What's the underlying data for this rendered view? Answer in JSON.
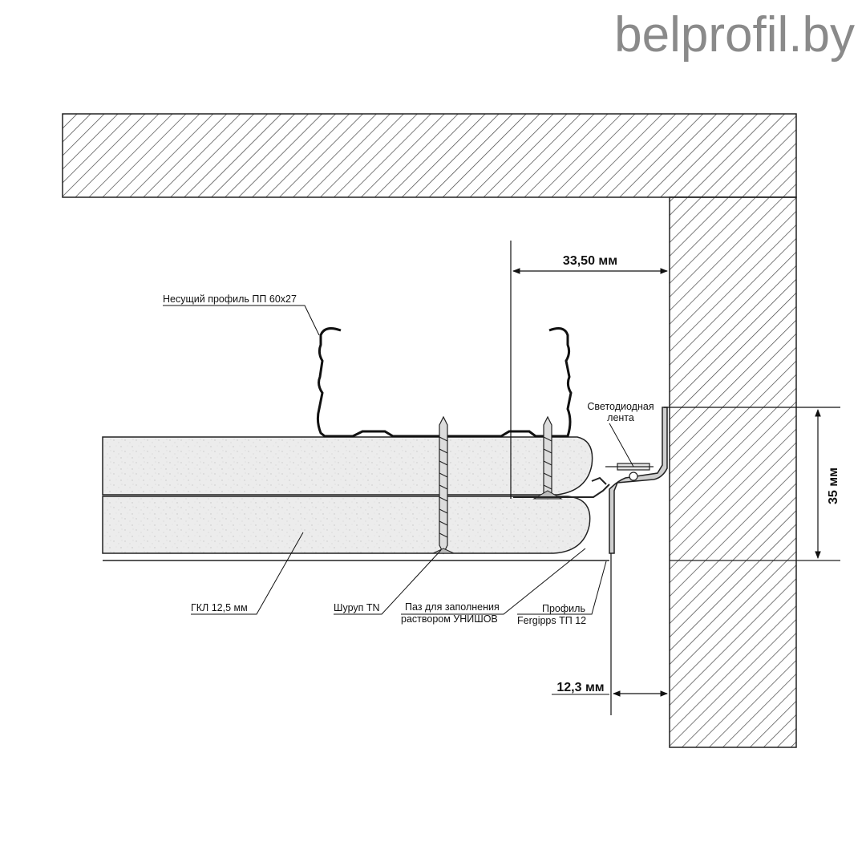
{
  "brand": "belprofil.by",
  "labels": {
    "bearing_profile": "Несущий профиль ПП 60x27",
    "led_strip_line1": "Светодиодная",
    "led_strip_line2": "лента",
    "gkl": "ГКЛ 12,5 мм",
    "screw": "Шуруп TN",
    "groove_line1": "Паз для заполнения",
    "groove_line2": "раствором УНИШОВ",
    "profile_line1": "Профиль",
    "profile_line2": "Fergipps ТП 12"
  },
  "dimensions": {
    "offset": "33,50 мм",
    "height": "35 мм",
    "gap": "12,3 мм"
  }
}
